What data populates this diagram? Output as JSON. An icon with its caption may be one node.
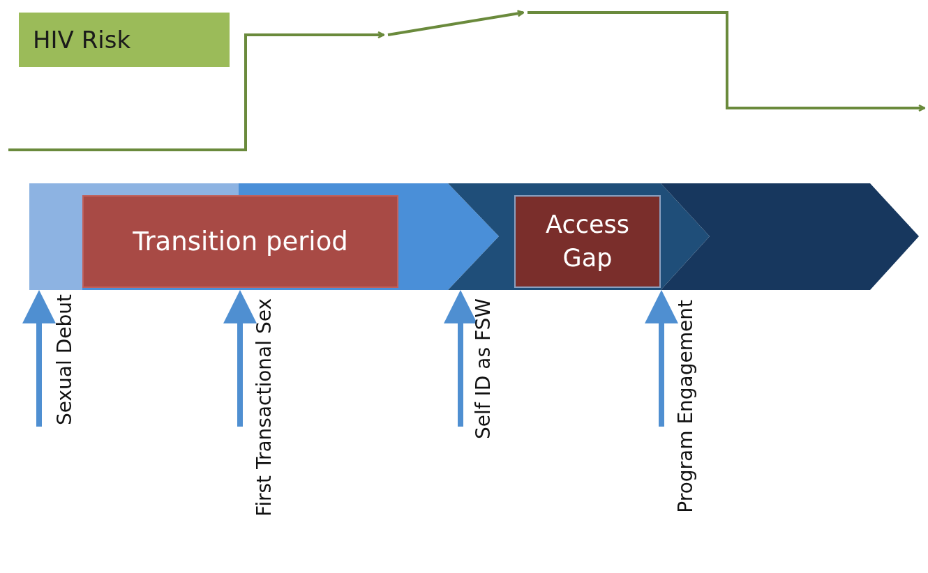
{
  "diagram": {
    "nodes": [
      {
        "text": [
          "HIV Risk"
        ]
      },
      {
        "text": [],
        "shape": "bar"
      },
      {
        "text": [
          "Transition period"
        ],
        "in": 1
      },
      {
        "text": [
          "Access Gap"
        ],
        "in": 1
      },
      {
        "text": [
          "Sexual Debut"
        ]
      },
      {
        "text": [
          "First Transactional Sex"
        ]
      },
      {
        "text": [
          "Self ID as FSW"
        ]
      },
      {
        "text": [
          "Program Engagement"
        ]
      }
    ],
    "edges": [
      {
        "from": 4,
        "to": 1,
        "arrow": "to"
      },
      {
        "from": 5,
        "to": 1,
        "arrow": "to"
      },
      {
        "from": 6,
        "to": 1,
        "arrow": "to"
      },
      {
        "from": 7,
        "to": 1,
        "arrow": "to"
      }
    ]
  }
}
